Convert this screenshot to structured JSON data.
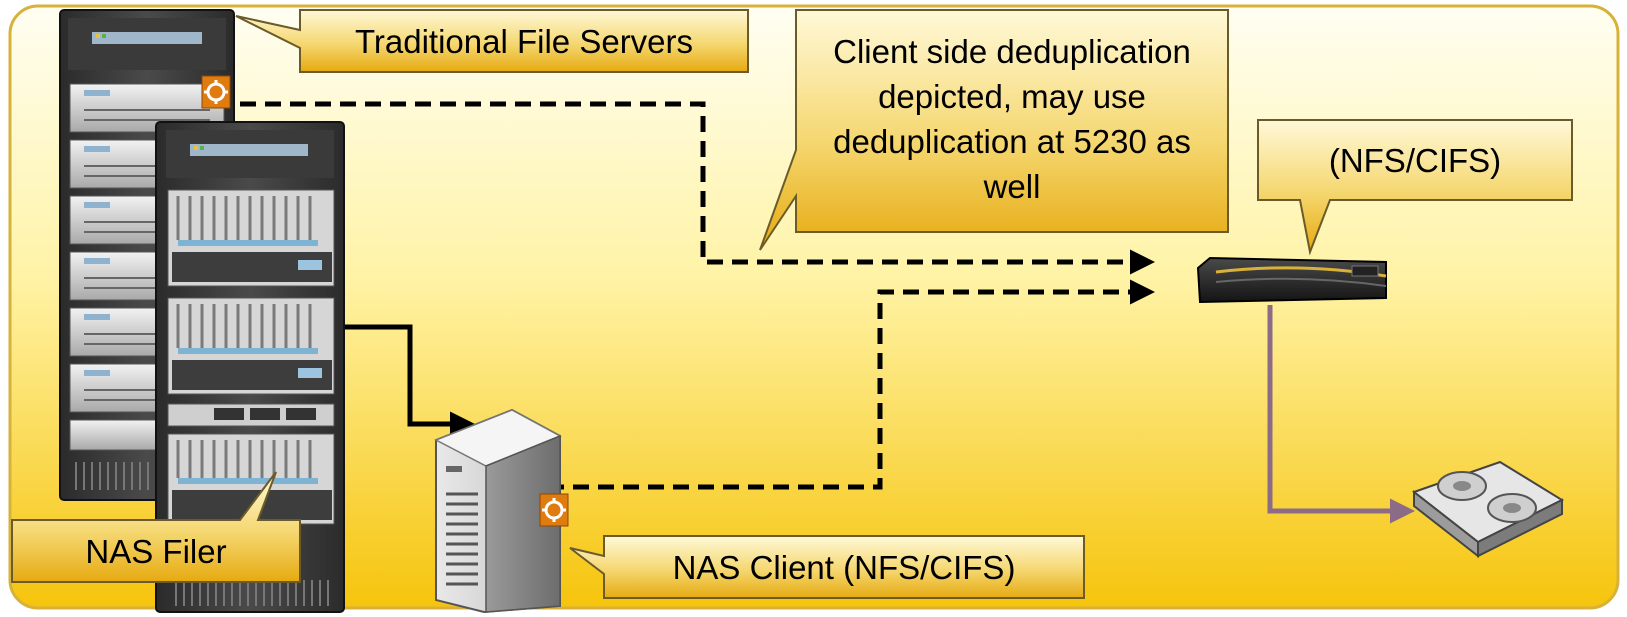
{
  "labels": {
    "traditional_file_servers": "Traditional File Servers",
    "client_side_dedup": "Client side deduplication depicted, may use deduplication at 5230 as well",
    "nfs_cifs": "(NFS/CIFS)",
    "nas_filer": "NAS Filer",
    "nas_client": "NAS Client (NFS/CIFS)"
  },
  "icons": [
    "server-rack-icon",
    "nas-filer-rack-icon",
    "tower-server-icon",
    "appliance-icon",
    "tape-cartridge-icon",
    "agent-gear-icon"
  ],
  "colors": {
    "background_top": "#fffef0",
    "background_bottom": "#f7c80f",
    "callout_fill_top": "#fff8cf",
    "callout_fill_bottom": "#e8ae12",
    "agent_orange": "#e07b10",
    "tape_link": "#8b6b86"
  }
}
